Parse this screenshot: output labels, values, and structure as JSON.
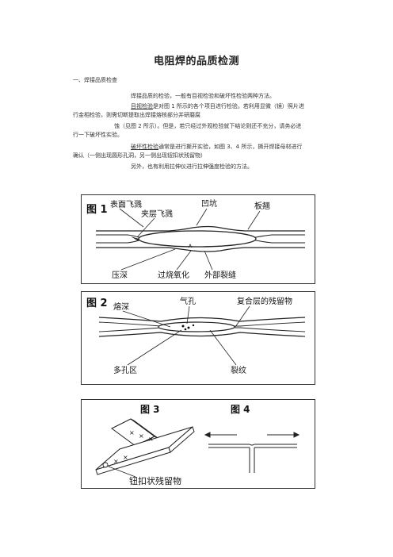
{
  "doc": {
    "title": "电阻焊的品质检测",
    "section1": "一、焊接品质检查",
    "p1": "焊接品质的检验，一般有目视检验和破坏性检验两种方法。",
    "p1_term1": "目视检验",
    "p1_term2": "破坏性检验",
    "p2_line1_term": "目视检验",
    "p2_line1_rest": "是对图 1 所示的各个项目进行检验。若利用显微（镜）照片进",
    "p2_line2": "行金相检验，则需切断提取出焊接熔核部分并研磨腐",
    "p2_line3": "蚀（见图 2 所示）。但是，若只经过外观检验就下结论则还不充分，请务必进",
    "p2_line4": "行一下破坏性实验。",
    "p3_line1_term": "破坏性检验",
    "p3_line1_rest": "通常是进行撕开实验，如图 3、4 所示，撕开焊接母材进行",
    "p3_line2": "确认（一侧出现圆形孔洞，另一侧出现钮扣状残留物）",
    "p4": "另外，也有利用拉伸仪进行拉伸强度检验的方法。"
  },
  "fig1": {
    "label": "图 1",
    "surface_spatter": "表面飞溅",
    "interlayer_spatter": "夹层飞溅",
    "dent": "凹坑",
    "warp": "板翘",
    "deep_press": "压深",
    "over_burn": "过烧氧化",
    "outer_crack": "外部裂缝"
  },
  "fig2": {
    "label": "图 2",
    "fusion_depth": "熔深",
    "porosity": "气孔",
    "composite_residue": "复合层的残留物",
    "porous_zone": "多孔区",
    "crack": "裂纹"
  },
  "fig3": {
    "label": "图 3",
    "button_residue": "钮扣状残留物"
  },
  "fig4": {
    "label": "图 4"
  }
}
